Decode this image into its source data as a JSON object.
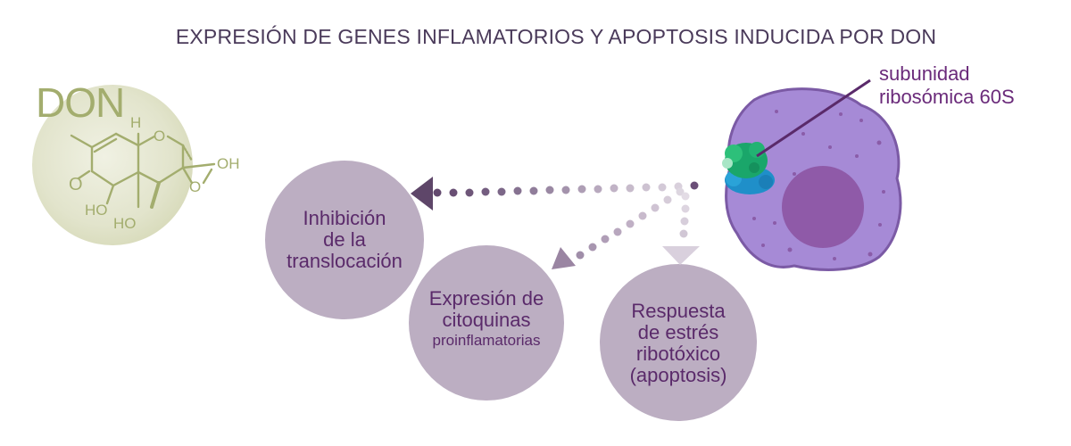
{
  "title": "EXPRESIÓN DE GENES INFLAMATORIOS Y APOPTOSIS INDUCIDA POR DON",
  "molecule": {
    "name": "DON",
    "labels": {
      "h": "H",
      "oh_top": "OH",
      "ho_left": "HO",
      "ho_bottom": "HO"
    },
    "color": "#a3ad6e"
  },
  "ribosome": {
    "label_line1": "subunidad",
    "label_line2": "ribosómica 60S",
    "cell_color": "#a68ad6",
    "nucleus_color": "#8f5aa8"
  },
  "effects": [
    {
      "line1": "Inhibición",
      "line2": "de la",
      "line3": "translocación"
    },
    {
      "line1": "Expresión de",
      "line2": "citoquinas",
      "line3": "proinflamatorias"
    },
    {
      "line1": "Respuesta",
      "line2": "de estrés",
      "line3": "ribotóxico",
      "line4": "(apoptosis)"
    }
  ],
  "colors": {
    "bubble": "#bcaec2",
    "text": "#5a2a6a",
    "arrow": "#6b4f78"
  }
}
